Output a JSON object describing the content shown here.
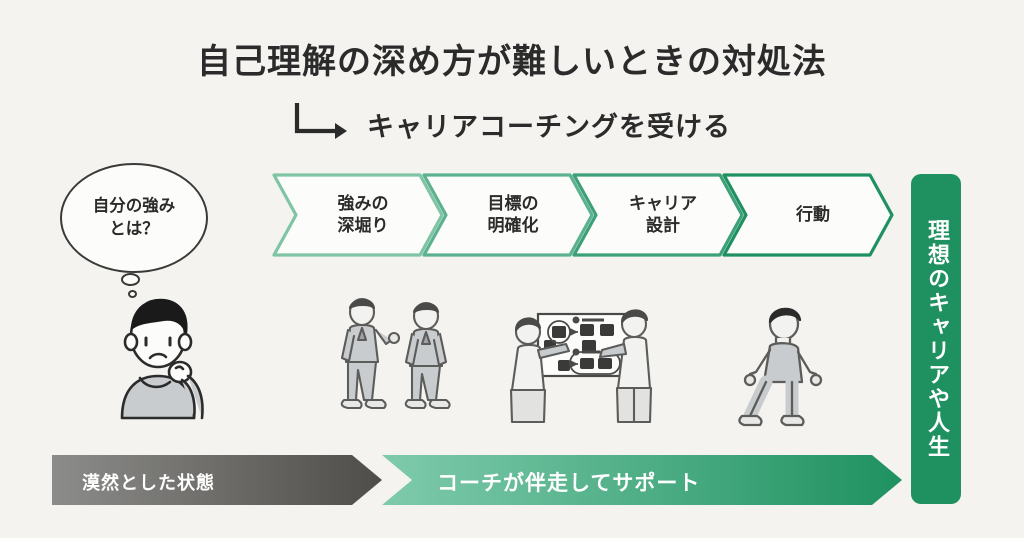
{
  "background_color": "#F4F3EF",
  "header": {
    "title": "自己理解の深め方が難しいときの対処法",
    "arrow_icon": "elbow-arrow-icon",
    "subtitle": "キャリアコーチングを受ける"
  },
  "thought_bubble": {
    "line1": "自分の強み",
    "line2": "とは？"
  },
  "steps": [
    {
      "line1": "強みの",
      "line2": "深堀り",
      "border_color": "#7FC4A5"
    },
    {
      "line1": "目標の",
      "line2": "明確化",
      "border_color": "#5CB290"
    },
    {
      "line1": "キャリア",
      "line2": "設計",
      "border_color": "#3CA078"
    },
    {
      "line1": "行動",
      "line2": "",
      "border_color": "#1F9160"
    }
  ],
  "goal_bar": {
    "label": "理想のキャリアや人生",
    "color": "#1F9160",
    "text_color": "#FFFFFF"
  },
  "bottom_bars": {
    "gray": {
      "label": "漠然とした状態",
      "color_start": "#8C8C8A",
      "color_end": "#4F4D49"
    },
    "green": {
      "label": "コーチが伴走してサポート",
      "color_start": "#7FCBAC",
      "color_end": "#1F9160"
    }
  },
  "illustrations": [
    {
      "name": "thinking-person-illustration",
      "caption_step": "強みの深堀り"
    },
    {
      "name": "two-people-talking-illustration",
      "caption_step": "目標の明確化"
    },
    {
      "name": "whiteboard-planning-illustration",
      "caption_step": "キャリア設計"
    },
    {
      "name": "walking-person-illustration",
      "caption_step": "行動"
    }
  ]
}
